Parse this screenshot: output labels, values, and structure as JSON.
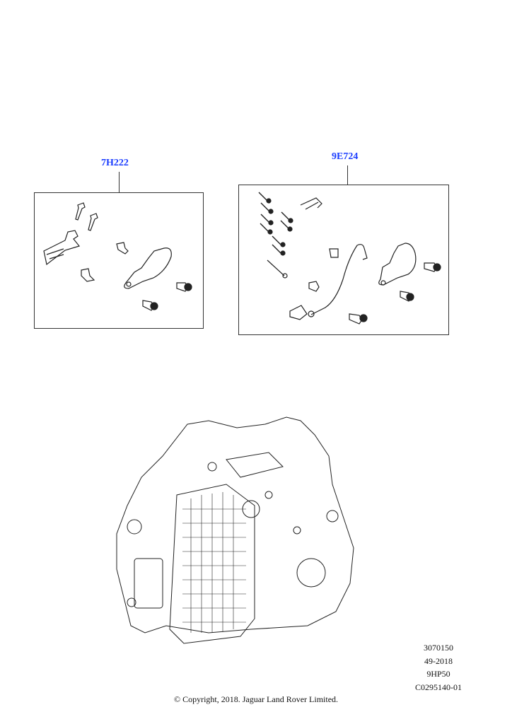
{
  "callouts": [
    {
      "label": "7H222"
    },
    {
      "label": "9E724"
    }
  ],
  "meta": {
    "lines": [
      "3070150",
      "49-2018",
      "9HP50",
      "C0295140-01"
    ]
  },
  "copyright": "© Copyright, 2018. Jaguar Land Rover Limited.",
  "colors": {
    "callout": "#1a3cff",
    "line": "#333333"
  }
}
